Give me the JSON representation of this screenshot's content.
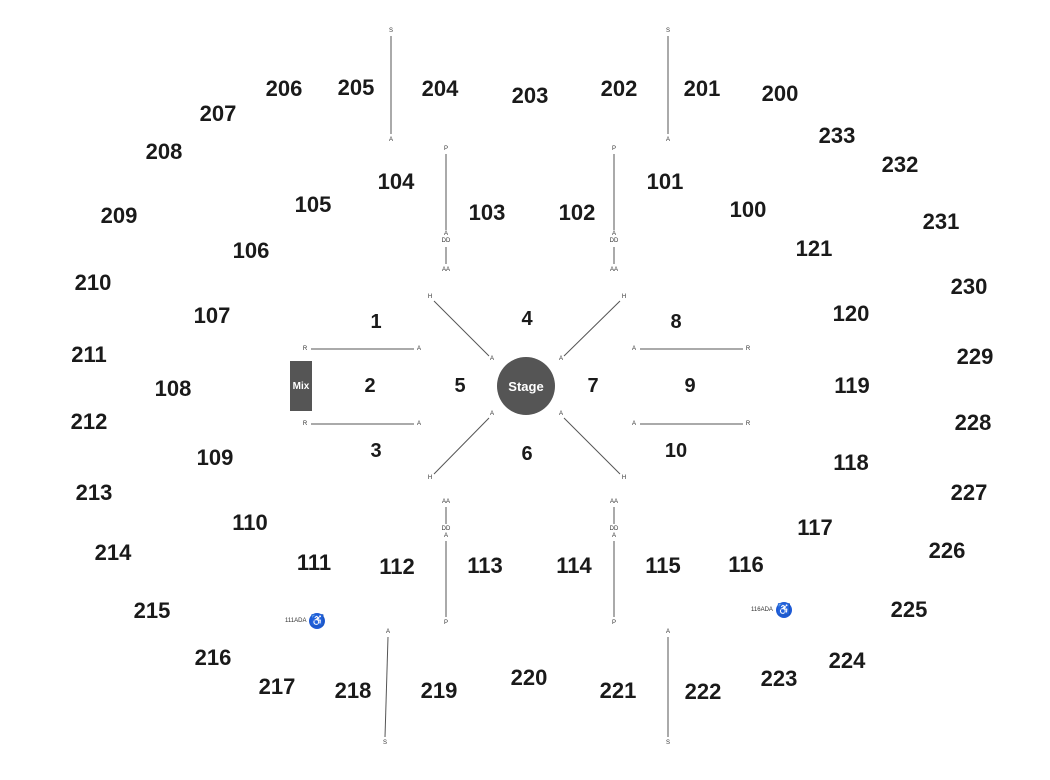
{
  "upper_sections": {
    "s200": "200",
    "s201": "201",
    "s202": "202",
    "s203": "203",
    "s204": "204",
    "s205": "205",
    "s206": "206",
    "s207": "207",
    "s208": "208",
    "s209": "209",
    "s210": "210",
    "s211": "211",
    "s212": "212",
    "s213": "213",
    "s214": "214",
    "s215": "215",
    "s216": "216",
    "s217": "217",
    "s218": "218",
    "s219": "219",
    "s220": "220",
    "s221": "221",
    "s222": "222",
    "s223": "223",
    "s224": "224",
    "s225": "225",
    "s226": "226",
    "s227": "227",
    "s228": "228",
    "s229": "229",
    "s230": "230",
    "s231": "231",
    "s232": "232",
    "s233": "233"
  },
  "lower_sections": {
    "s100": "100",
    "s101": "101",
    "s102": "102",
    "s103": "103",
    "s104": "104",
    "s105": "105",
    "s106": "106",
    "s107": "107",
    "s108": "108",
    "s109": "109",
    "s110": "110",
    "s111": "111",
    "s112": "112",
    "s113": "113",
    "s114": "114",
    "s115": "115",
    "s116": "116",
    "s117": "117",
    "s118": "118",
    "s119": "119",
    "s120": "120",
    "s121": "121"
  },
  "floor_sections": {
    "f1": "1",
    "f2": "2",
    "f3": "3",
    "f4": "4",
    "f5": "5",
    "f6": "6",
    "f7": "7",
    "f8": "8",
    "f9": "9",
    "f10": "10"
  },
  "stage_label": "Stage",
  "mix_label": "Mix",
  "ada": {
    "left_label": "111ADA",
    "right_label": "116ADA",
    "icon": "wheelchair-icon"
  },
  "row_labels": {
    "S": "S",
    "A": "A",
    "P": "P",
    "DD": "DD",
    "AA": "AA",
    "H": "H",
    "R": "R"
  },
  "colors": {
    "stage": "#555555",
    "mix": "#555555",
    "ada": "#1e5bd6",
    "text": "#1a1a1a"
  }
}
